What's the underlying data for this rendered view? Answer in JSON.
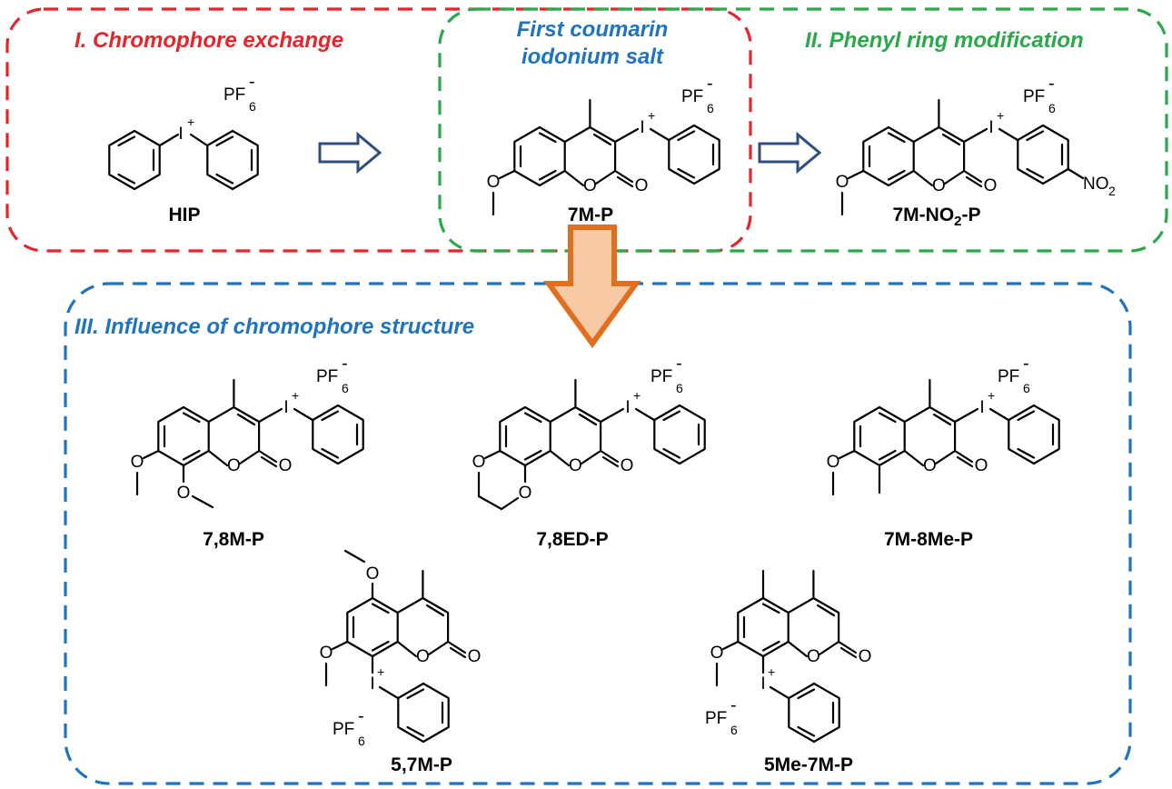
{
  "sections": {
    "chromophore_exchange": {
      "title": "I. Chromophore exchange",
      "color": "#e8242b"
    },
    "first_coumarin": {
      "title_line1": "First coumarin",
      "title_line2": "iodonium salt",
      "color": "#1f73c1"
    },
    "phenyl_ring": {
      "title": "II. Phenyl ring modification",
      "color": "#2aa84a"
    },
    "chromophore_structure": {
      "title": "III. Influence of chromophore structure",
      "color": "#1f73c1"
    }
  },
  "arrows": {
    "hollow_color": "#2f4e7c",
    "big_fill": "#f8c9a5",
    "big_stroke": "#e06f1f"
  },
  "atoms": {
    "iodine": "I",
    "plus": "+",
    "oxygen": "O",
    "pf": "PF",
    "six": "6",
    "minus": "-",
    "no": "NO",
    "two": "2"
  },
  "compounds": {
    "hip": "HIP",
    "m7p": "7M-P",
    "m7no2p": {
      "prefix": "7M-NO",
      "sub": "2",
      "suffix": "-P"
    },
    "m78p": "7,8M-P",
    "ed78p": "7,8ED-P",
    "m7me8p": "7M-8Me-P",
    "m57p": "5,7M-P",
    "me5m7p": "5Me-7M-P"
  }
}
